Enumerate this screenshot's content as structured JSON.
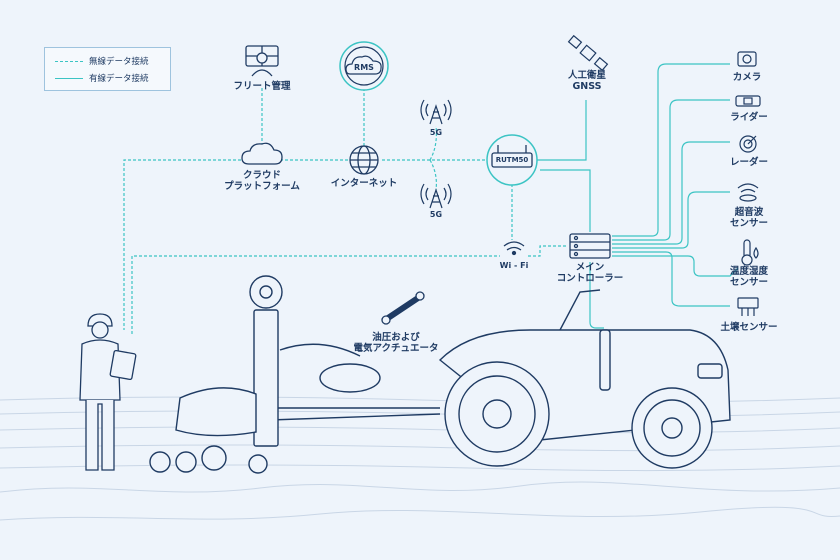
{
  "legend": {
    "wireless": "無線データ接続",
    "wired": "有線データ接続"
  },
  "nodes": {
    "fleet": "フリート管理",
    "rms": "RMS",
    "cloud_l1": "クラウド",
    "cloud_l2": "プラットフォーム",
    "internet": "インターネット",
    "fiveg_top": "5G",
    "fiveg_bottom": "5G",
    "router": "RUTM50",
    "satellite_l1": "人工衛星",
    "satellite_l2": "GNSS",
    "wifi": "Wi - Fi",
    "controller_l1": "メイン",
    "controller_l2": "コントローラー",
    "actuator_l1": "油圧および",
    "actuator_l2": "電気アクチュエータ"
  },
  "sensors": {
    "camera": "カメラ",
    "lidar": "ライダー",
    "radar": "レーダー",
    "ultrasonic_l1": "超音波",
    "ultrasonic_l2": "センサー",
    "temp_l1": "温度湿度",
    "temp_l2": "センサー",
    "soil": "土壌センサー"
  },
  "colors": {
    "line_wired": "#3cc4c4",
    "line_wireless": "#3cc4c4",
    "stroke": "#1f3b63",
    "background": "#eef4fb"
  }
}
